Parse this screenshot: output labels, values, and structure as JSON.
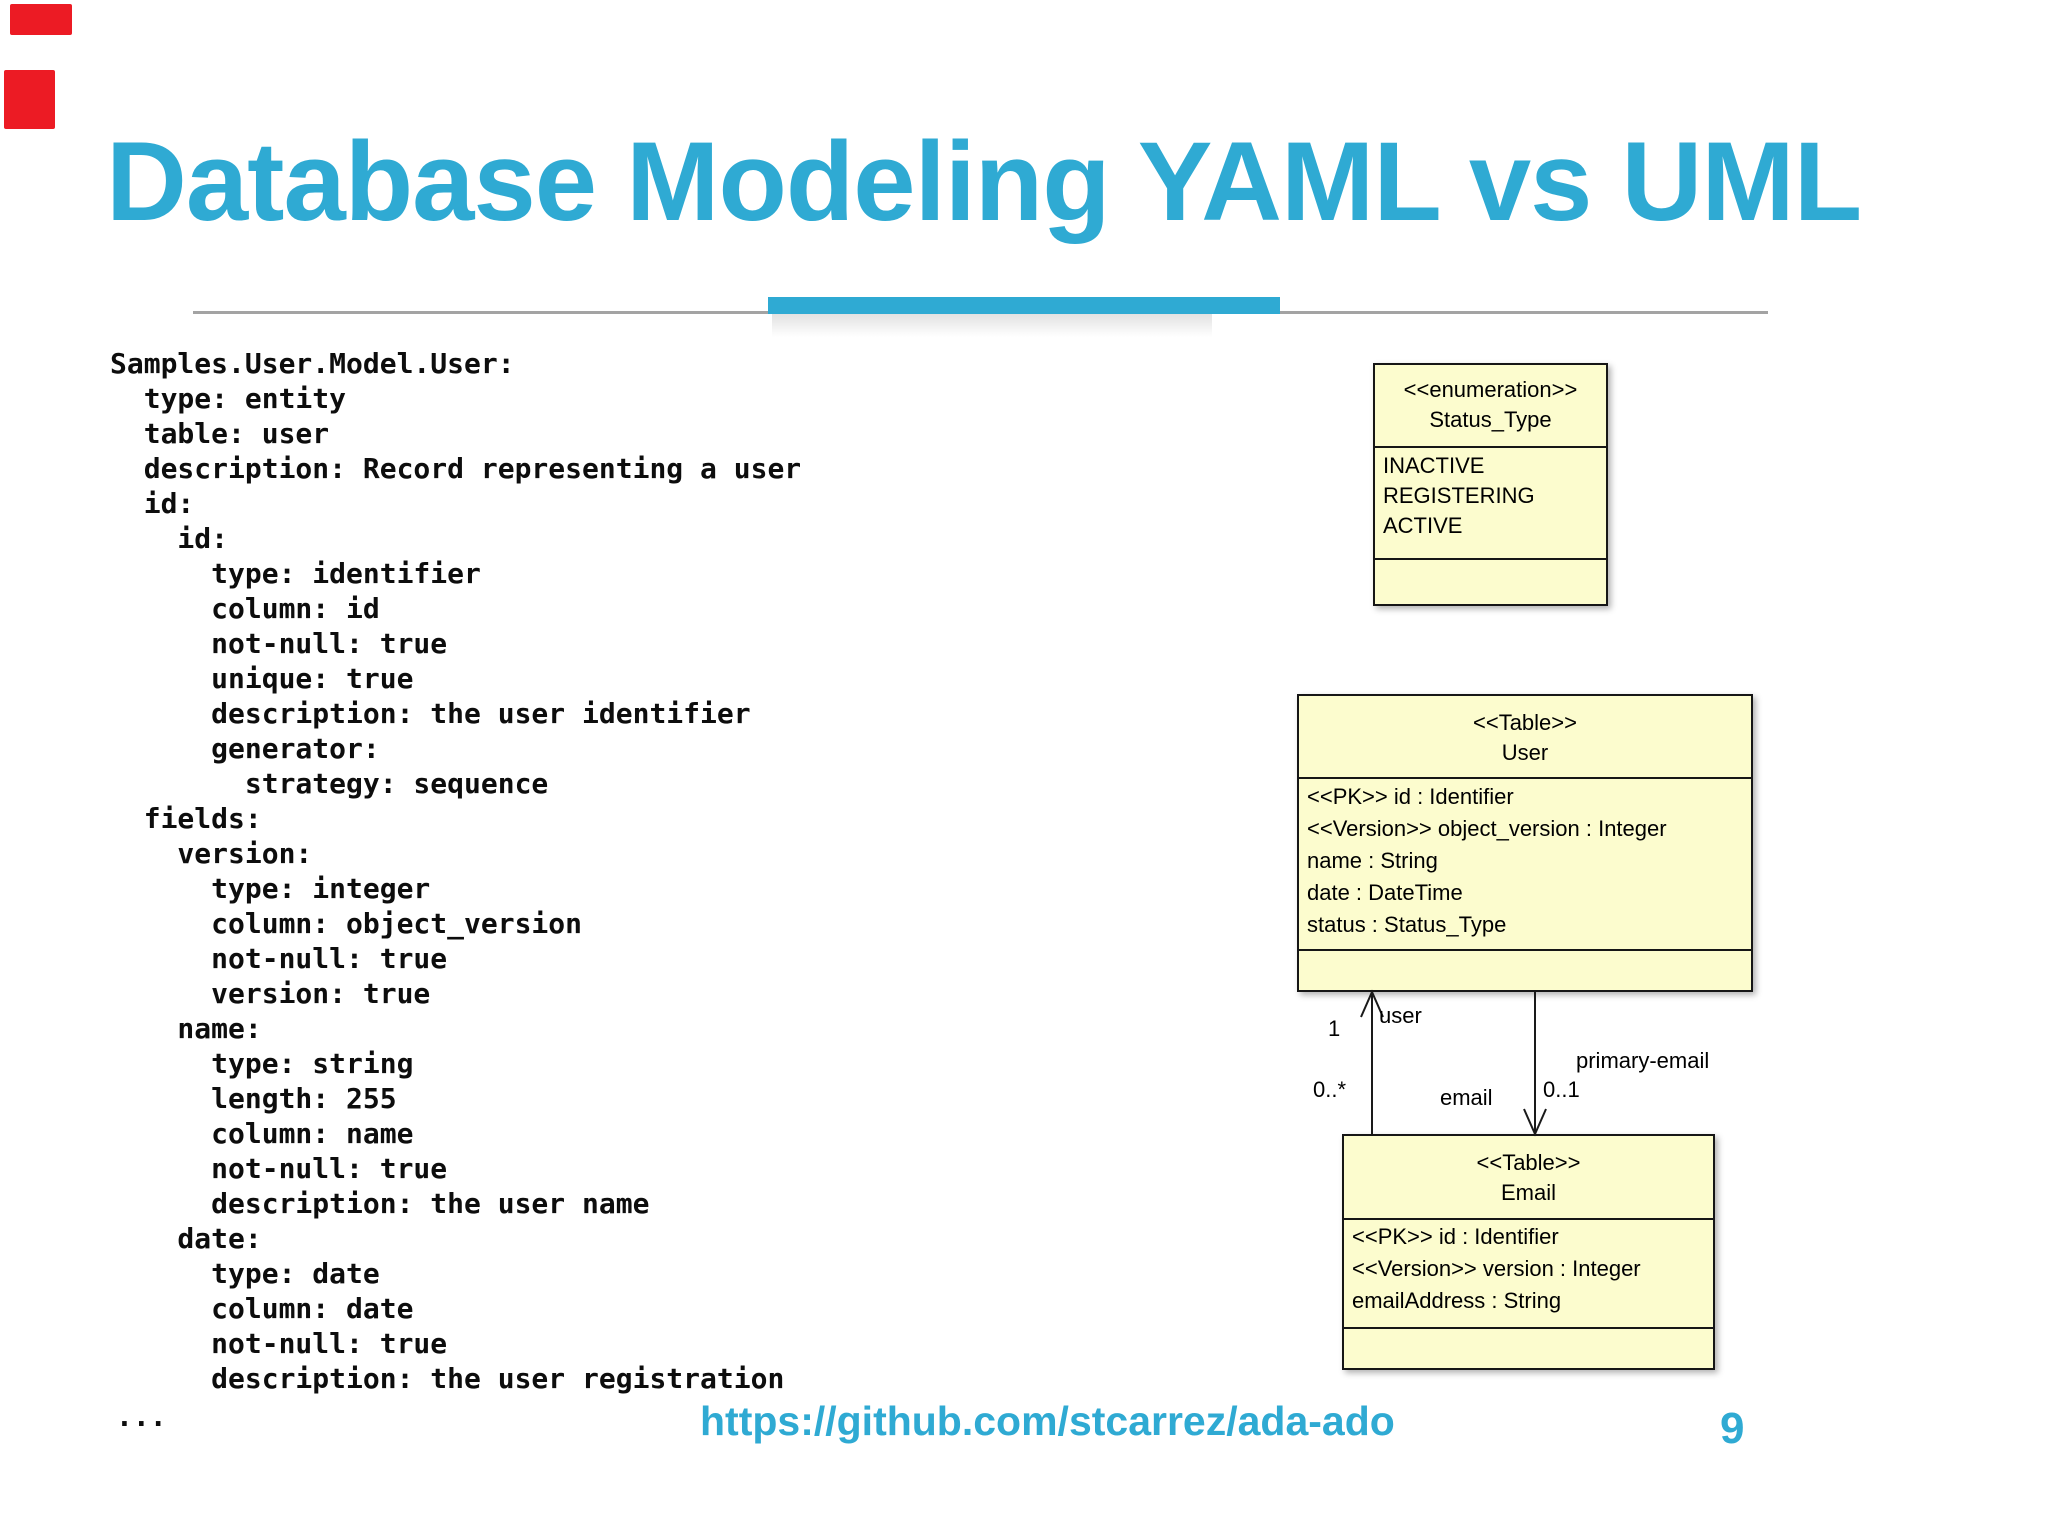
{
  "slide": {
    "title": "Database Modeling YAML vs UML",
    "footer_url": "https://github.com/stcarrez/ada-ado",
    "page_number": "9"
  },
  "colors": {
    "accent": "#2FAAD3",
    "uml_fill": "#FCFCCE",
    "uml_border": "#161616",
    "code_text": "#0d0d0d",
    "separator_gray": "#A3A3A3",
    "red_mark": "#EC1B24"
  },
  "yaml": {
    "text": "Samples.User.Model.User:\n  type: entity\n  table: user\n  description: Record representing a user\n  id:\n    id:\n      type: identifier\n      column: id\n      not-null: true\n      unique: true\n      description: the user identifier\n      generator:\n        strategy: sequence\n  fields:\n    version:\n      type: integer\n      column: object_version\n      not-null: true\n      version: true\n    name:\n      type: string\n      length: 255\n      column: name\n      not-null: true\n      description: the user name\n    date:\n      type: date\n      column: date\n      not-null: true\n      description: the user registration",
    "ellipsis": "..."
  },
  "uml": {
    "enum": {
      "stereotype": "<<enumeration>>",
      "name": "Status_Type",
      "values": [
        "INACTIVE",
        "REGISTERING",
        "ACTIVE"
      ]
    },
    "user_table": {
      "stereotype": "<<Table>>",
      "name": "User",
      "attributes": [
        "<<PK>> id : Identifier",
        "<<Version>> object_version : Integer",
        "name : String",
        "date : DateTime",
        "status : Status_Type"
      ]
    },
    "email_table": {
      "stereotype": "<<Table>>",
      "name": "Email",
      "attributes": [
        "<<PK>> id : Identifier",
        "<<Version>> version : Integer",
        "emailAddress : String"
      ]
    },
    "associations": {
      "user_role": "user",
      "user_mult": "1",
      "many_mult": "0..*",
      "email_role": "email",
      "primary_email_role": "primary-email",
      "primary_email_mult": "0..1"
    }
  }
}
